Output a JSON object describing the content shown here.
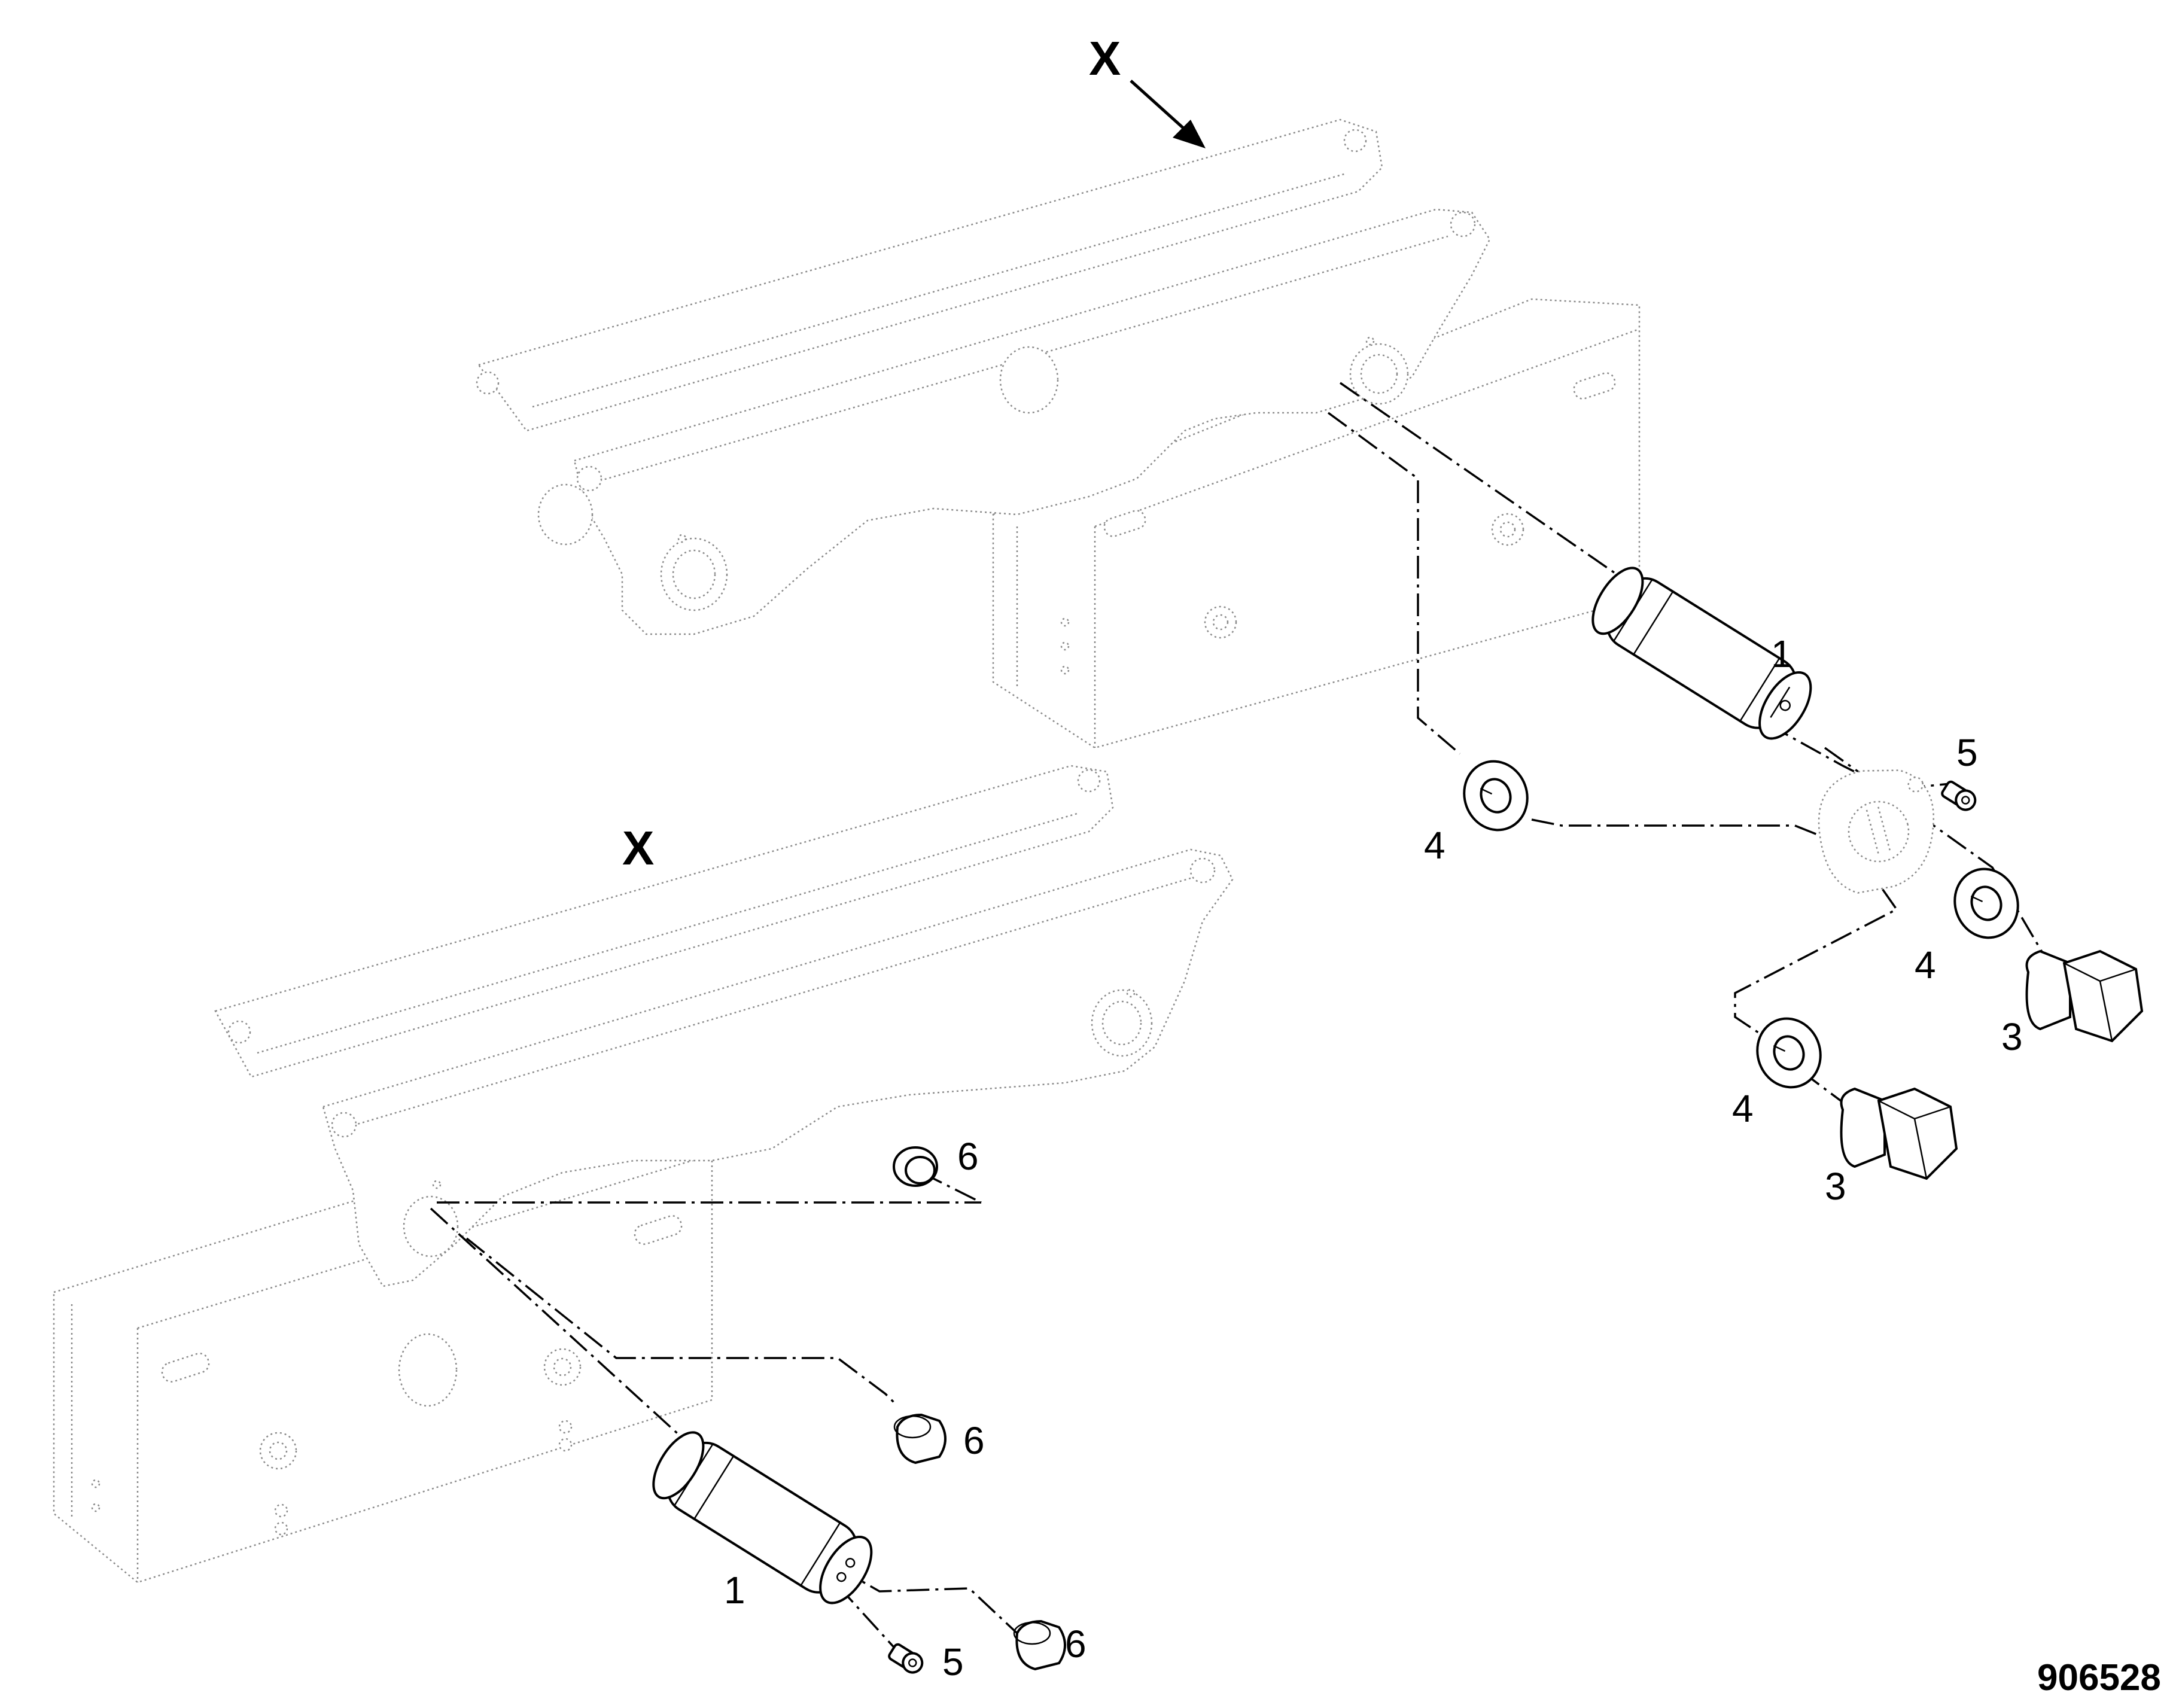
{
  "view_labels": {
    "upper": "X",
    "lower": "X"
  },
  "callouts": {
    "pin_upper": "1",
    "screw_upper": "5",
    "washer_upper_left": "4",
    "washer_upper_right": "4",
    "bolt_upper": "3",
    "washer_lower": "4",
    "bolt_lower": "3",
    "plug_top": "6",
    "plug_mid": "6",
    "pin_lower": "1",
    "screw_lower": "5",
    "plug_bottom": "6"
  },
  "figure_id": "906528",
  "colors": {
    "ink": "#000000",
    "ghost_outline": "#8a8a8a",
    "background": "#ffffff"
  }
}
